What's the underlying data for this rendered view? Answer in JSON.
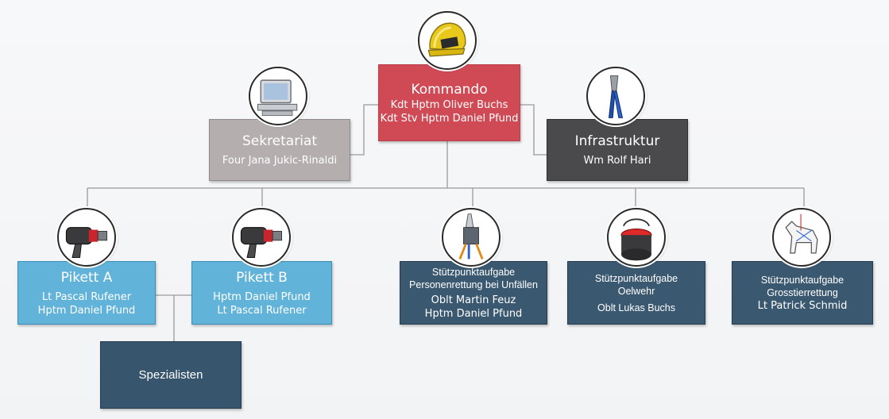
{
  "org_chart": {
    "kommando": {
      "title": "Kommando",
      "lines": [
        "Kdt Hptm Oliver Buchs",
        "Kdt Stv Hptm Daniel Pfund"
      ]
    },
    "sekretariat": {
      "title": "Sekretariat",
      "lines": [
        "Four Jana Jukic-Rinaldi"
      ]
    },
    "infrastruktur": {
      "title": "Infrastruktur",
      "lines": [
        "Wm Rolf Hari"
      ]
    },
    "pikett_a": {
      "title": "Pikett A",
      "lines": [
        "Lt Pascal Rufener",
        "Hptm Daniel Pfund"
      ]
    },
    "pikett_b": {
      "title": "Pikett B",
      "lines": [
        "Hptm Daniel Pfund",
        "Lt Pascal Rufener"
      ]
    },
    "personenrettung": {
      "title_lines": [
        "Stützpunktaufgabe",
        "Personenrettung bei Unfällen"
      ],
      "lines": [
        "Oblt Martin Feuz",
        "Hptm Daniel Pfund"
      ]
    },
    "oelwehr": {
      "title_lines": [
        "Stützpunktaufgabe",
        "Oelwehr"
      ],
      "lines": [
        "Oblt Lukas Buchs"
      ]
    },
    "grosstier": {
      "title_lines": [
        "Stützpunktaufgabe",
        "Grosstierrettung"
      ],
      "lines": [
        "Lt Patrick Schmid"
      ]
    },
    "spezialisten": {
      "title": "Spezialisten"
    }
  },
  "icons": {
    "kommando": "fire-helmet-icon",
    "sekretariat": "computer-icon",
    "infrastruktur": "pliers-icon",
    "pikett_a": "hose-nozzle-icon",
    "pikett_b": "hose-nozzle-icon",
    "personenrettung": "rescue-spreader-icon",
    "oelwehr": "oil-barrier-icon",
    "grosstier": "horse-harness-icon"
  },
  "colors": {
    "kommando": "#d04a55",
    "sekretariat": "#b5aeae",
    "infrastruktur": "#4a4a4c",
    "pikett": "#62b3d9",
    "stuetzpunkt": "#3a5870",
    "connector": "#9a9a9a"
  }
}
